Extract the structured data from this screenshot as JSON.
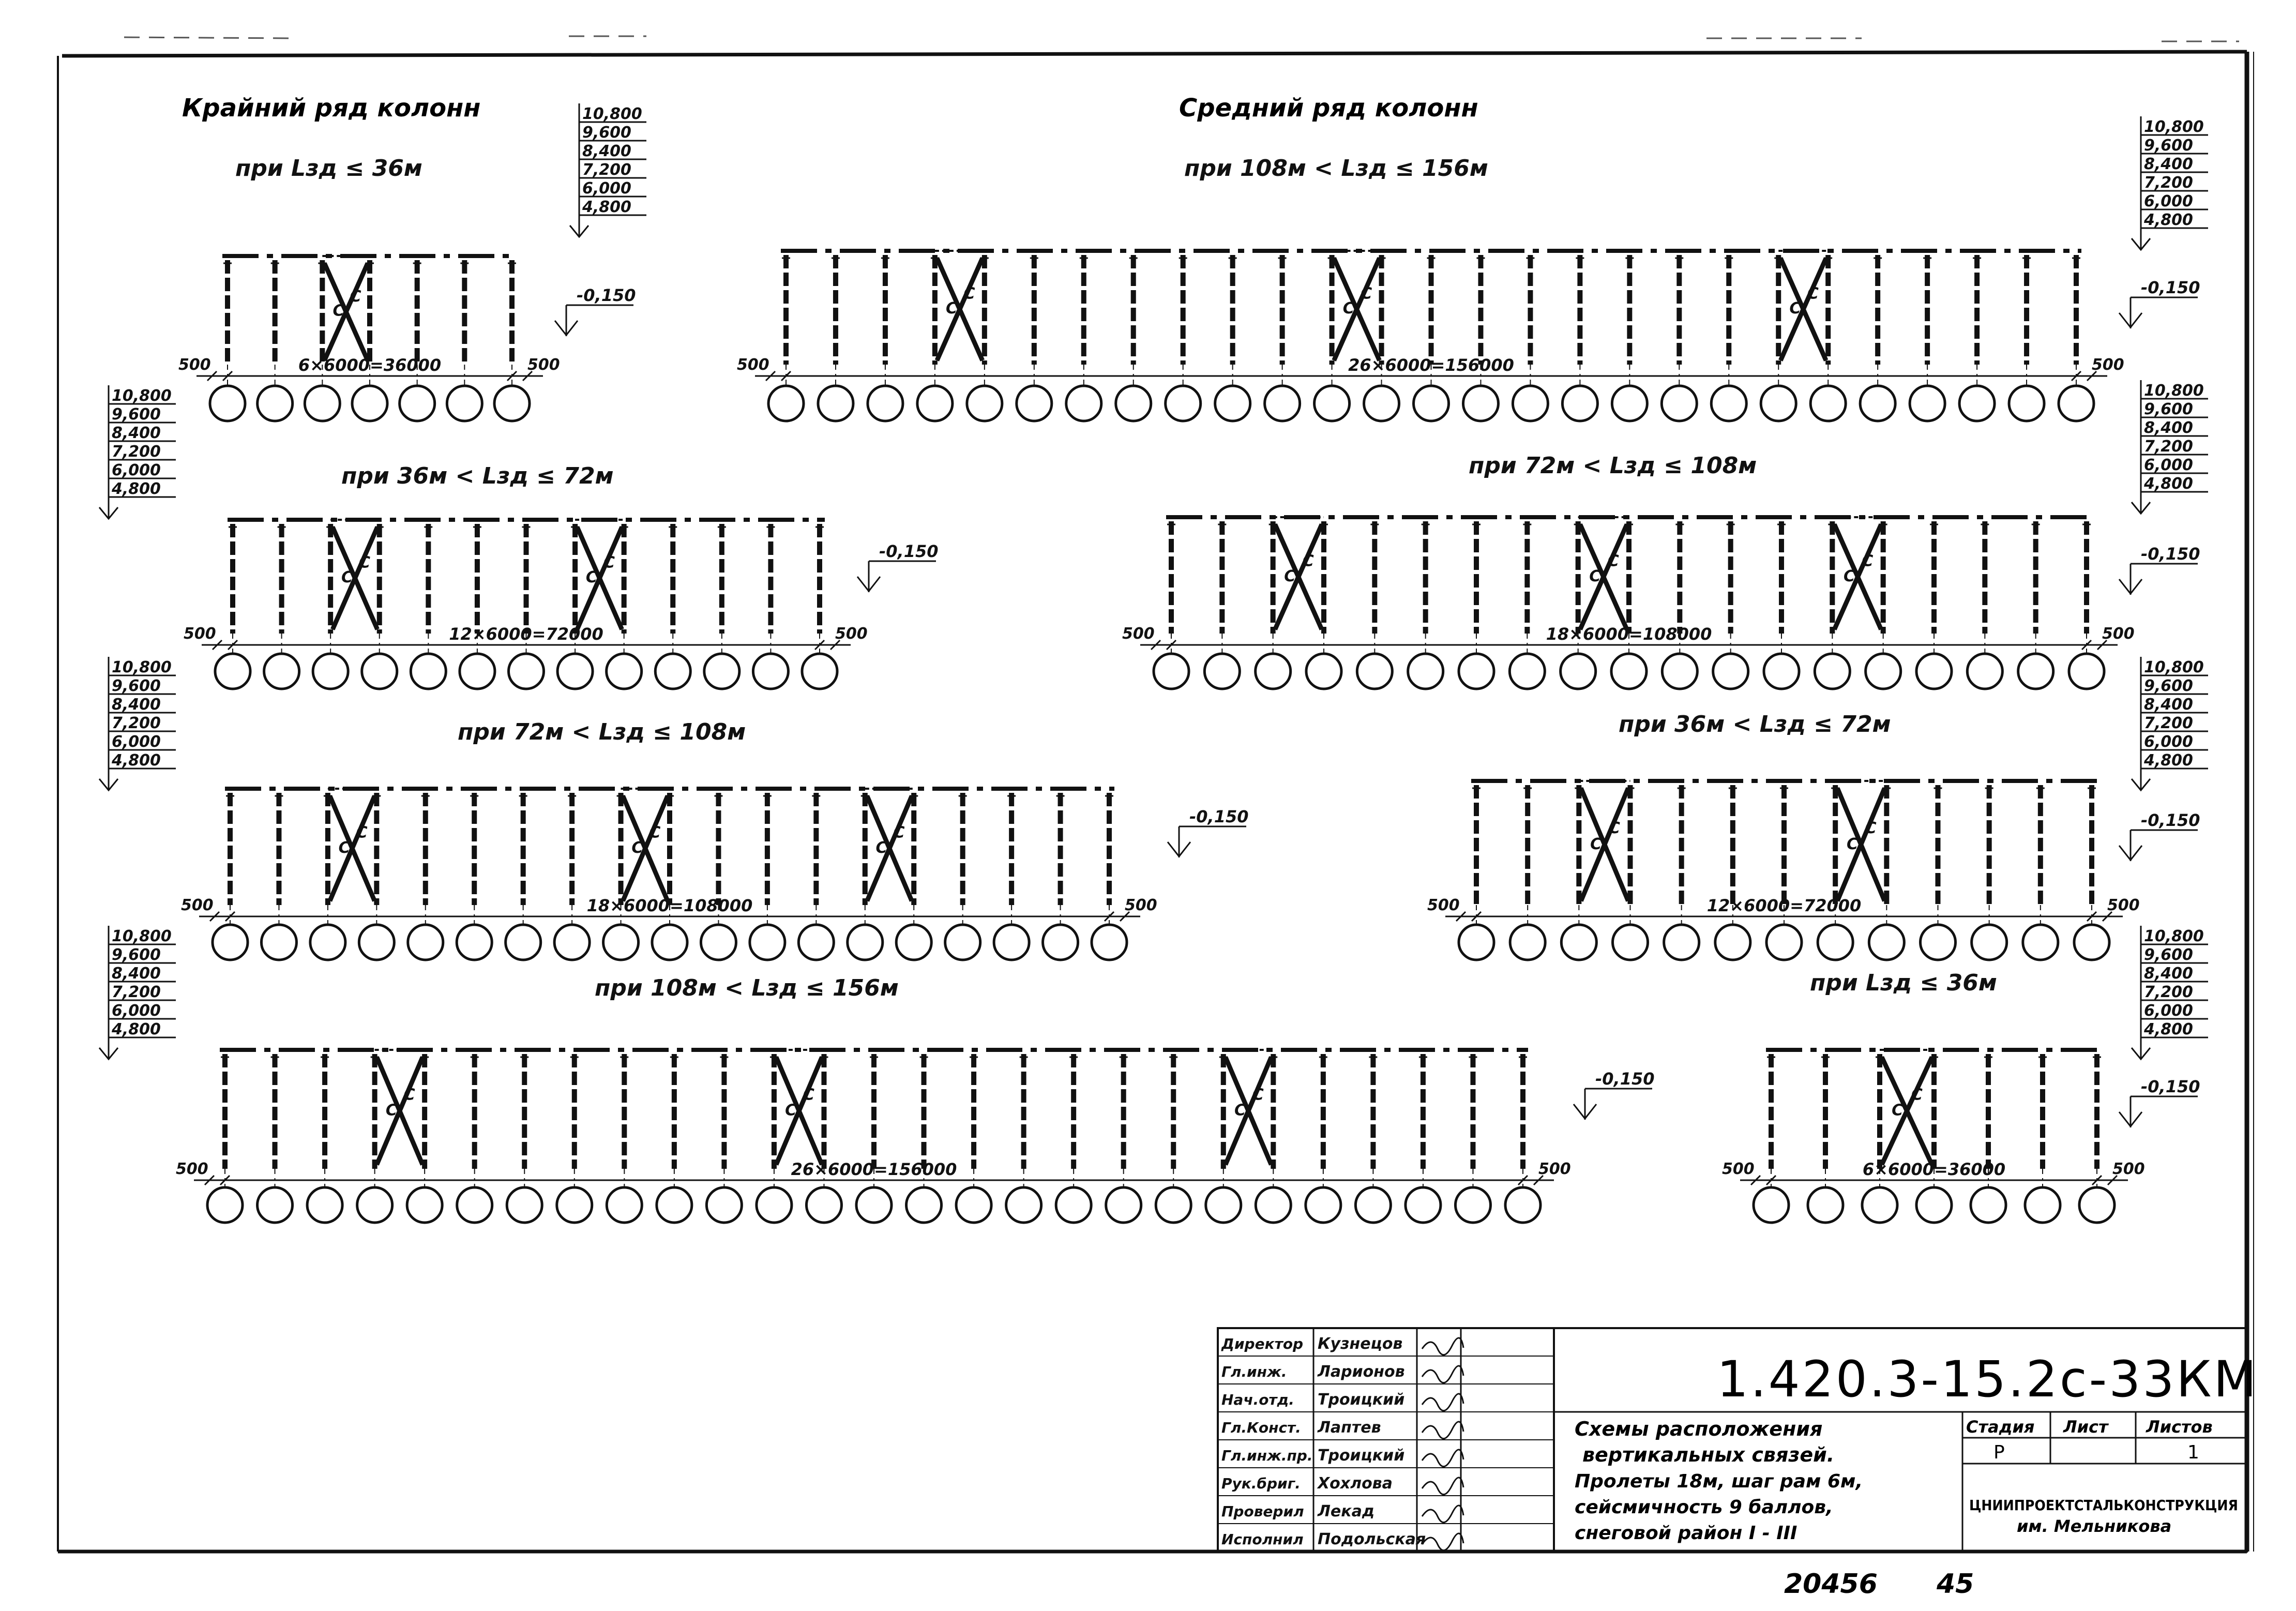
{
  "header": {
    "edge": "Крайний ряд колонн",
    "middle": "Средний ряд колонн"
  },
  "marks": {
    "levels": [
      "10,800",
      "9,600",
      "8,400",
      "7,200",
      "6,000",
      "4,800"
    ],
    "ground": "-0,150",
    "edge_offset": "500",
    "brace_label": "С"
  },
  "schemes": [
    {
      "id": "e1",
      "title": "при Lзд ≤ 36м",
      "dimension": "6×6000=36000",
      "bays": 6,
      "braced_bays": [
        3
      ]
    },
    {
      "id": "e2",
      "title": "при 36м < Lзд ≤ 72м",
      "dimension": "12×6000=72000",
      "bays": 12,
      "braced_bays": [
        3,
        8
      ]
    },
    {
      "id": "e3",
      "title": "при 72м < Lзд ≤ 108м",
      "dimension": "18×6000=108000",
      "bays": 18,
      "braced_bays": [
        3,
        9,
        14
      ]
    },
    {
      "id": "e4",
      "title": "при 108м < Lзд ≤ 156м",
      "dimension": "26×6000=156000",
      "bays": 26,
      "braced_bays": [
        4,
        12,
        21
      ]
    },
    {
      "id": "m1",
      "title": "при 108м < Lзд ≤ 156м",
      "dimension": "26×6000=156000",
      "bays": 26,
      "braced_bays": [
        4,
        12,
        21
      ]
    },
    {
      "id": "m2",
      "title": "при 72м < Lзд ≤ 108м",
      "dimension": "18×6000=108000",
      "bays": 18,
      "braced_bays": [
        3,
        9,
        14
      ]
    },
    {
      "id": "m3",
      "title": "при 36м < Lзд ≤ 72м",
      "dimension": "12×6000=72000",
      "bays": 12,
      "braced_bays": [
        3,
        8
      ]
    },
    {
      "id": "m4",
      "title": "при Lзд ≤ 36м",
      "dimension": "6×6000=36000",
      "bays": 6,
      "braced_bays": [
        3
      ]
    }
  ],
  "title_block": {
    "code": "1.420.3-15.2с-33КМ",
    "description": [
      "Схемы расположения",
      "вертикальных связей.",
      "Пролеты 18м, шаг рам 6м,",
      "сейсмичность 9 баллов,",
      "снеговой район I - III"
    ],
    "stage_header": "Стадия",
    "sheet_header": "Лист",
    "sheets_header": "Листов",
    "stage": "Р",
    "sheet": "",
    "sheets": "1",
    "organization": "ЦНИИПРОЕКТСТАЛЬКОНСТРУКЦИЯ",
    "organization_sub": "им. Мельникова",
    "staff": [
      {
        "role": "Директор",
        "name": "Кузнецов"
      },
      {
        "role": "Гл.инж.",
        "name": "Ларионов"
      },
      {
        "role": "Нач.отд.",
        "name": "Троицкий"
      },
      {
        "role": "Гл.Конст.",
        "name": "Лаптев"
      },
      {
        "role": "Гл.инж.пр.",
        "name": "Троицкий"
      },
      {
        "role": "Рук.бриг.",
        "name": "Хохлова"
      },
      {
        "role": "Проверил",
        "name": "Лекад"
      },
      {
        "role": "Исполнил",
        "name": "Подольская"
      }
    ]
  },
  "stamp": {
    "inventory": "20456",
    "format": "45"
  }
}
